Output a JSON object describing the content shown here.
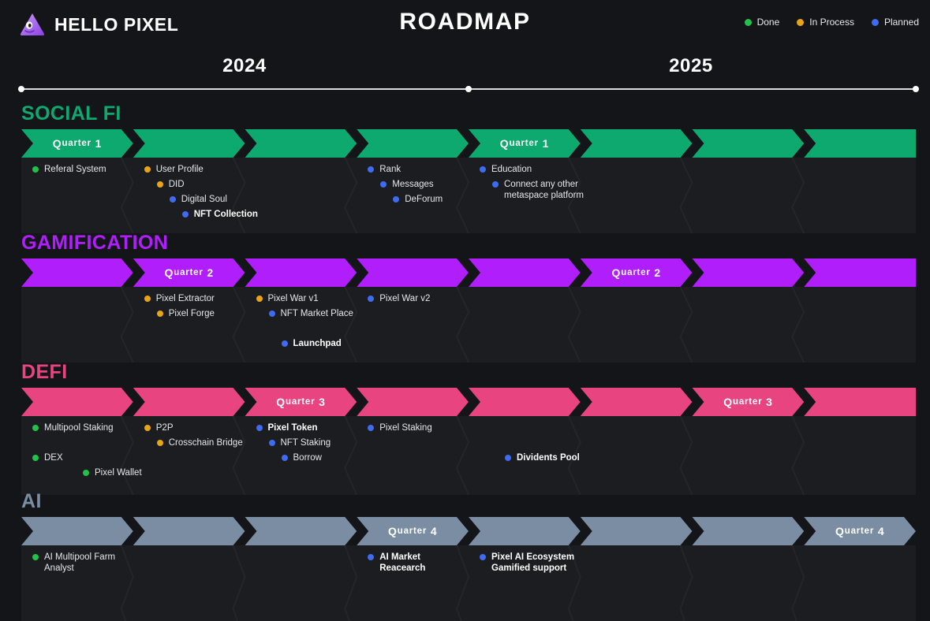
{
  "header": {
    "brand": "HELLO PIXEL",
    "brand_icon": "pixel-triangle-logo",
    "title": "ROADMAP",
    "legend": [
      {
        "label": "Done",
        "color": "#22C14A",
        "key": "done"
      },
      {
        "label": "In Process",
        "color": "#E8A317",
        "key": "in_process"
      },
      {
        "label": "Planned",
        "color": "#3E6BF0",
        "key": "planned"
      }
    ]
  },
  "timeline": {
    "years": [
      "2024",
      "2025"
    ],
    "columns": 8
  },
  "status_colors": {
    "done": "#22C14A",
    "in_process": "#E8A317",
    "planned": "#3E6BF0"
  },
  "sections": [
    {
      "key": "social-fi",
      "title": "SOCIAL FI",
      "color": "#0EA96F",
      "quarters": [
        {
          "col": 1,
          "label": "Quarter 1"
        },
        {
          "col": 5,
          "label": "Quarter 1"
        }
      ],
      "items": [
        {
          "text": "Referal System",
          "status": "done",
          "col": 1,
          "row": 0,
          "indent": 0,
          "bold": false
        },
        {
          "text": "User Profile",
          "status": "in_process",
          "col": 2,
          "row": 0,
          "indent": 0,
          "bold": false
        },
        {
          "text": "DID",
          "status": "in_process",
          "col": 2,
          "row": 1,
          "indent": 1,
          "bold": false
        },
        {
          "text": "Digital Soul",
          "status": "planned",
          "col": 2,
          "row": 2,
          "indent": 2,
          "bold": false
        },
        {
          "text": "NFT Collection",
          "status": "planned",
          "col": 2,
          "row": 3,
          "indent": 3,
          "bold": true
        },
        {
          "text": "Rank",
          "status": "planned",
          "col": 4,
          "row": 0,
          "indent": 0,
          "bold": false
        },
        {
          "text": "Messages",
          "status": "planned",
          "col": 4,
          "row": 1,
          "indent": 1,
          "bold": false
        },
        {
          "text": "DeForum",
          "status": "planned",
          "col": 4,
          "row": 2,
          "indent": 2,
          "bold": false
        },
        {
          "text": "Education",
          "status": "planned",
          "col": 5,
          "row": 0,
          "indent": 0,
          "bold": false
        },
        {
          "text": "Connect any other metaspace platform",
          "status": "planned",
          "col": 5,
          "row": 1,
          "indent": 1,
          "bold": false
        }
      ]
    },
    {
      "key": "gamification",
      "title": "GAMIFICATION",
      "color": "#B01EFB",
      "quarters": [
        {
          "col": 2,
          "label": "Quarter 2"
        },
        {
          "col": 6,
          "label": "Quarter 2"
        }
      ],
      "items": [
        {
          "text": "Pixel Extractor",
          "status": "in_process",
          "col": 2,
          "row": 0,
          "indent": 0,
          "bold": false
        },
        {
          "text": "Pixel Forge",
          "status": "in_process",
          "col": 2,
          "row": 1,
          "indent": 1,
          "bold": false
        },
        {
          "text": "Pixel War v1",
          "status": "in_process",
          "col": 3,
          "row": 0,
          "indent": 0,
          "bold": false
        },
        {
          "text": "NFT Market Place",
          "status": "planned",
          "col": 3,
          "row": 1,
          "indent": 1,
          "bold": false
        },
        {
          "text": "Launchpad",
          "status": "planned",
          "col": 3,
          "row": 3,
          "indent": 2,
          "bold": true
        },
        {
          "text": "Pixel War v2",
          "status": "planned",
          "col": 4,
          "row": 0,
          "indent": 0,
          "bold": false
        }
      ]
    },
    {
      "key": "defi",
      "title": "DEFI",
      "color": "#E8447F",
      "quarters": [
        {
          "col": 3,
          "label": "Quarter 3"
        },
        {
          "col": 7,
          "label": "Quarter 3"
        }
      ],
      "items": [
        {
          "text": "Multipool Staking",
          "status": "done",
          "col": 1,
          "row": 0,
          "indent": 0,
          "bold": false
        },
        {
          "text": "DEX",
          "status": "done",
          "col": 1,
          "row": 2,
          "indent": 0,
          "bold": false
        },
        {
          "text": "Pixel Wallet",
          "status": "done",
          "col": 1,
          "row": 3,
          "indent": 4,
          "bold": false
        },
        {
          "text": "P2P",
          "status": "in_process",
          "col": 2,
          "row": 0,
          "indent": 0,
          "bold": false
        },
        {
          "text": "Crosschain Bridge",
          "status": "in_process",
          "col": 2,
          "row": 1,
          "indent": 1,
          "bold": false
        },
        {
          "text": "Pixel Token",
          "status": "planned",
          "col": 3,
          "row": 0,
          "indent": 0,
          "bold": true
        },
        {
          "text": "NFT Staking",
          "status": "planned",
          "col": 3,
          "row": 1,
          "indent": 1,
          "bold": false
        },
        {
          "text": "Borrow",
          "status": "planned",
          "col": 3,
          "row": 2,
          "indent": 2,
          "bold": false
        },
        {
          "text": "Pixel Staking",
          "status": "planned",
          "col": 4,
          "row": 0,
          "indent": 0,
          "bold": false
        },
        {
          "text": "Dividents Pool",
          "status": "planned",
          "col": 5,
          "row": 2,
          "indent": 2,
          "bold": true
        }
      ]
    },
    {
      "key": "ai",
      "title": "AI",
      "color": "#7A8DA3",
      "quarters": [
        {
          "col": 4,
          "label": "Quarter 4"
        },
        {
          "col": 8,
          "label": "Quarter 4"
        }
      ],
      "items": [
        {
          "text": "AI Multipool Farm Analyst",
          "status": "done",
          "col": 1,
          "row": 0,
          "indent": 0,
          "bold": false
        },
        {
          "text": "AI Market Reacearch",
          "status": "planned",
          "col": 4,
          "row": 0,
          "indent": 0,
          "bold": true
        },
        {
          "text": "Pixel AI Ecosystem Gamified support",
          "status": "planned",
          "col": 5,
          "row": 0,
          "indent": 0,
          "bold": true
        }
      ]
    }
  ]
}
